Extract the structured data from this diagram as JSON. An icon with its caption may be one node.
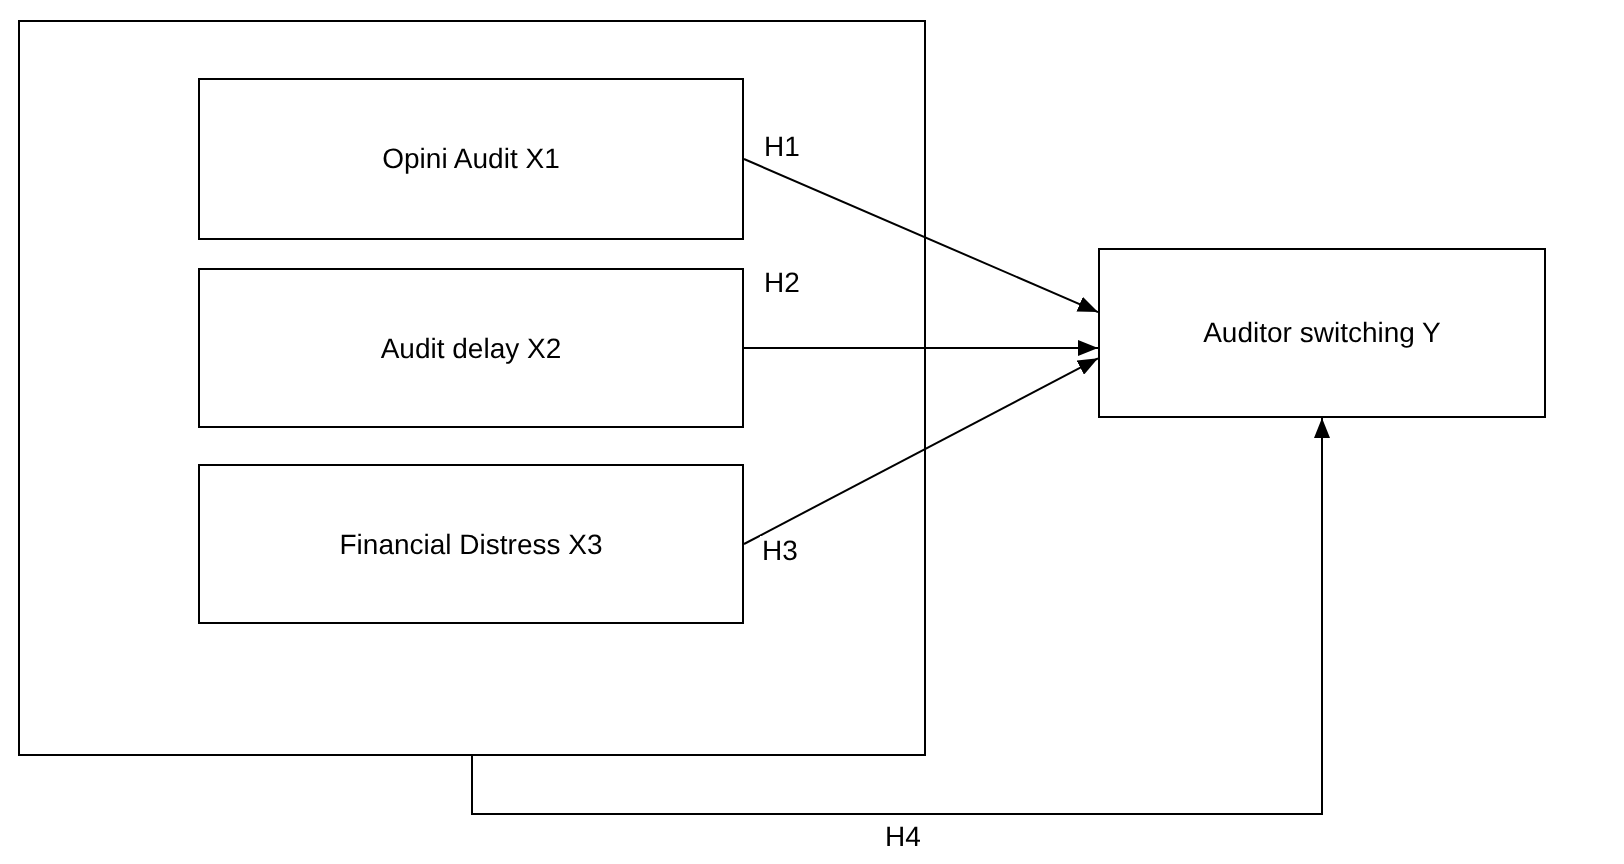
{
  "diagram": {
    "nodes": [
      {
        "text": [],
        "shape": "box"
      },
      {
        "text": [
          "Opini Audit X1"
        ],
        "in": 0
      },
      {
        "text": [
          "Audit delay X2"
        ],
        "in": 0
      },
      {
        "text": [
          "Financial Distress X3"
        ],
        "in": 0
      },
      {
        "text": [
          "Auditor switching Y"
        ]
      }
    ],
    "edges": [
      {
        "from": 1,
        "to": 4,
        "arrow": "to",
        "label": "H1"
      },
      {
        "from": 2,
        "to": 4,
        "arrow": "to",
        "label": "H2"
      },
      {
        "from": 3,
        "to": 4,
        "arrow": "to",
        "label": "H3"
      },
      {
        "from": 0,
        "to": 4,
        "arrow": "to",
        "label": "H4"
      }
    ]
  }
}
